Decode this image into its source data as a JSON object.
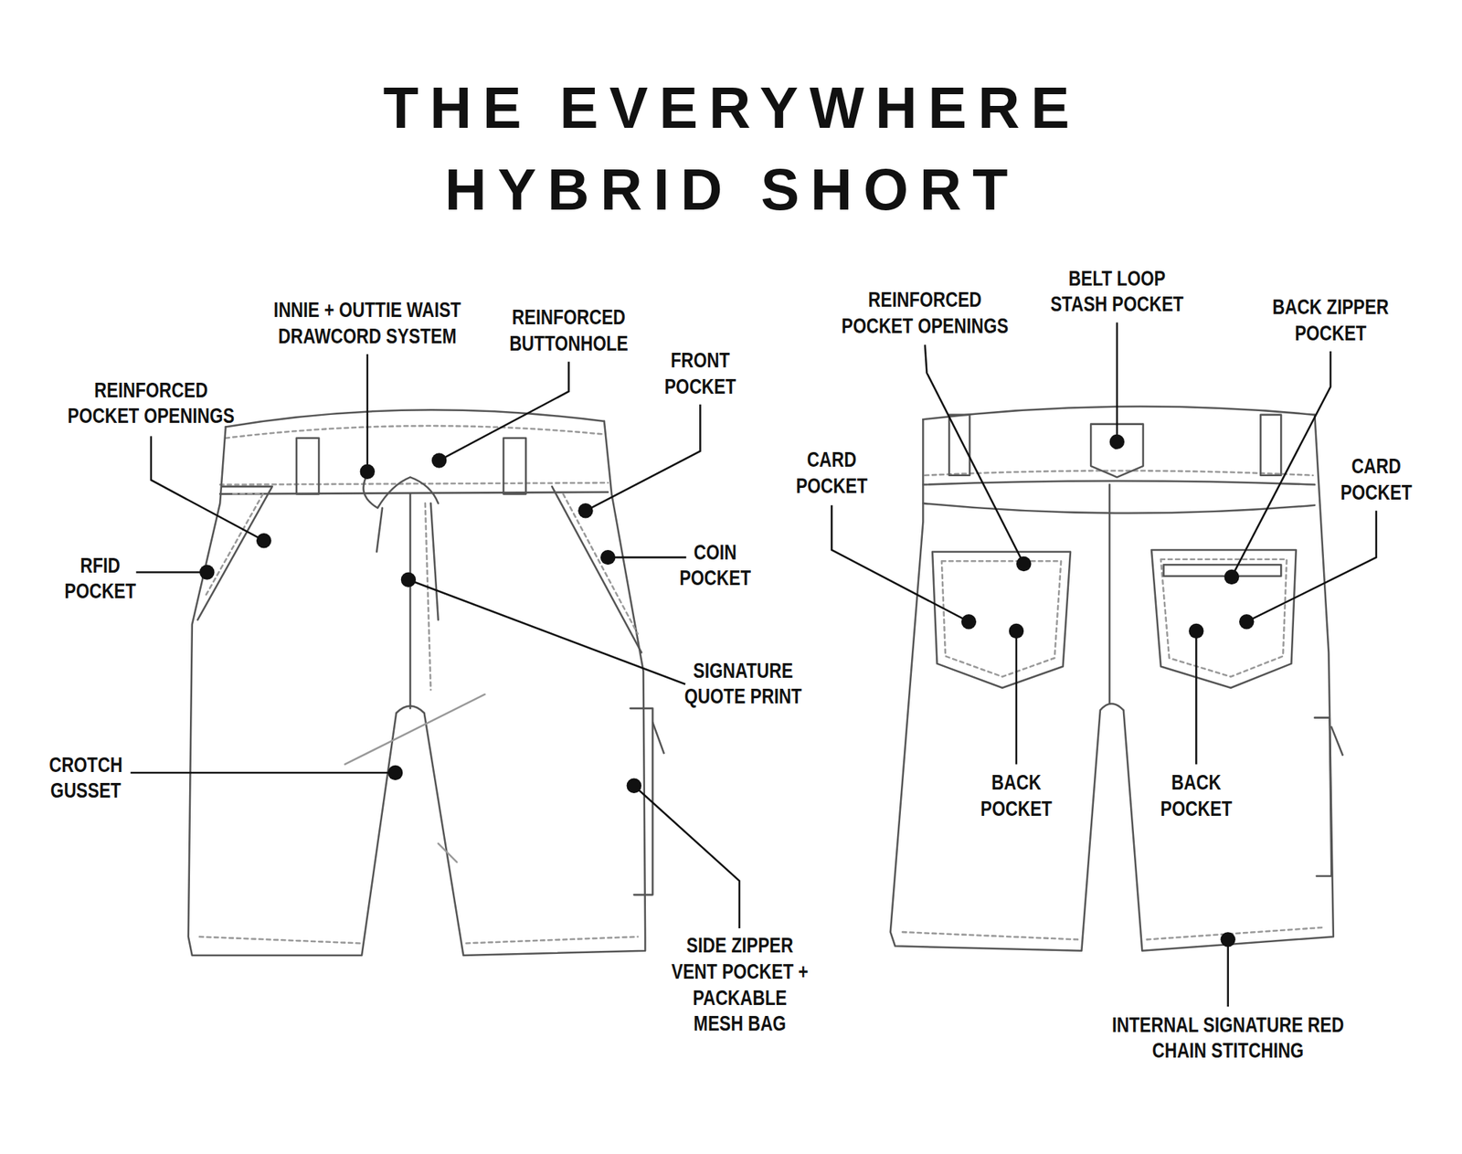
{
  "diagram": {
    "title": "THE EVERYWHERE HYBRID SHORT",
    "labels": [
      "INNIE + OUTTIE WAIST DRAWCORD SYSTEM",
      "REINFORCED BUTTONHOLE",
      "FRONT POCKET",
      "REINFORCED POCKET OPENINGS",
      "RFID POCKET",
      "COIN POCKET",
      "SIGNATURE QUOTE PRINT",
      "CROTCH GUSSET",
      "SIDE ZIPPER VENT POCKET + PACKABLE MESH BAG",
      "REINFORCED POCKET OPENINGS",
      "BELT LOOP STASH POCKET",
      "BACK ZIPPER POCKET",
      "CARD POCKET",
      "CARD POCKET",
      "BACK POCKET",
      "BACK POCKET",
      "INTERNAL SIGNATURE RED CHAIN STITCHING"
    ]
  }
}
